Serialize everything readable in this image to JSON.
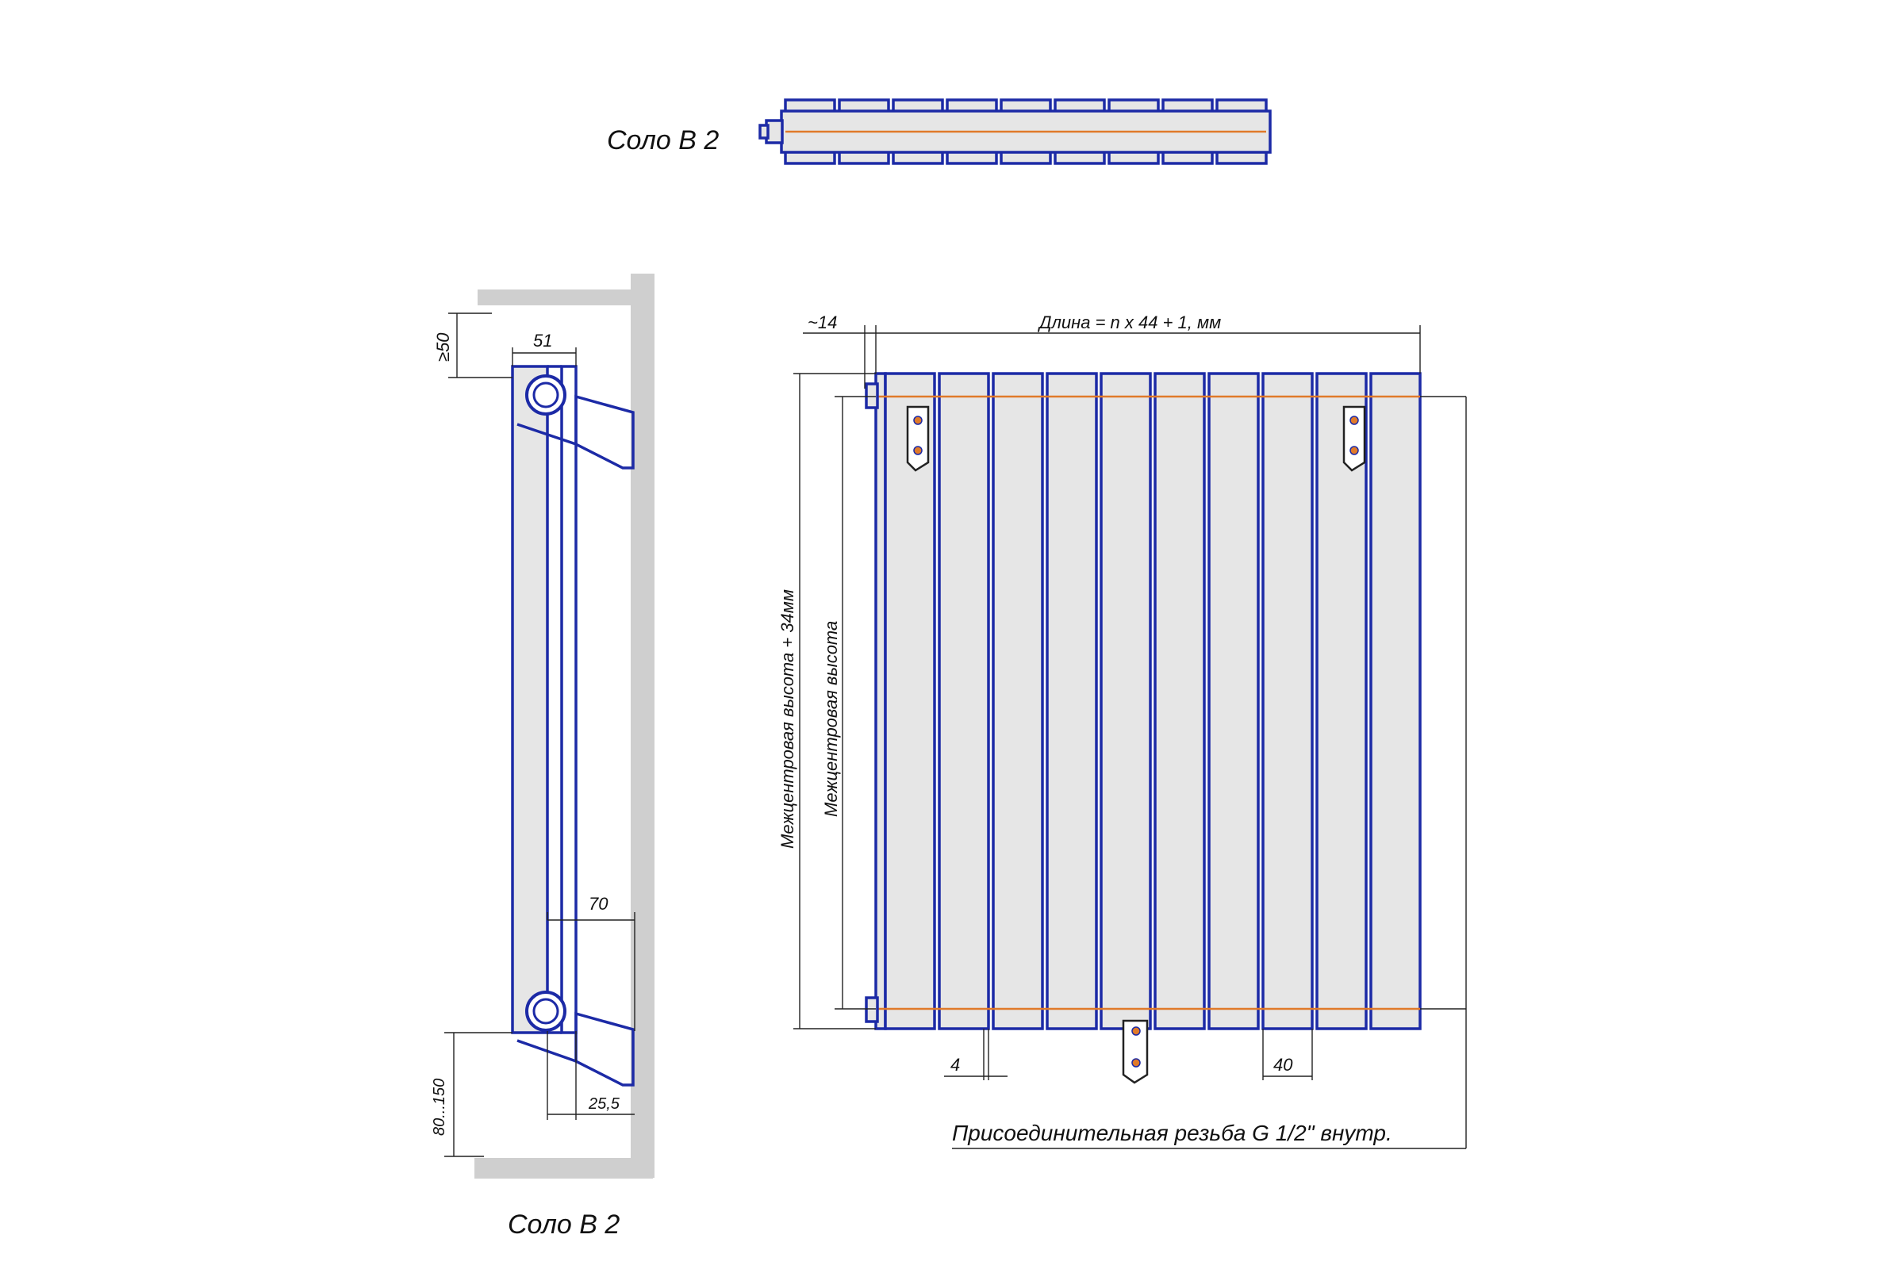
{
  "top_view": {
    "label": "Соло В 2"
  },
  "side_view": {
    "label": "Соло В 2",
    "dims": {
      "top_clearance": "≥50",
      "width": "51",
      "bracket_depth": "70",
      "bracket_offset": "25,5",
      "floor_clearance": "80...150"
    }
  },
  "front_view": {
    "dims": {
      "length": "Длина = n x 44 + 1, мм",
      "overhang": "~14",
      "height_total": "Межцентровая высота + 34мм",
      "height_center": "Межцентровая высота",
      "gap": "4",
      "section_width": "40"
    },
    "note": "Присоединительная резьба G 1/2\" внутр."
  },
  "colors": {
    "outline": "#1c2aa6",
    "fill": "#e6e6e6",
    "centerline": "#e07a2a",
    "wall": "#cfcfcf"
  }
}
